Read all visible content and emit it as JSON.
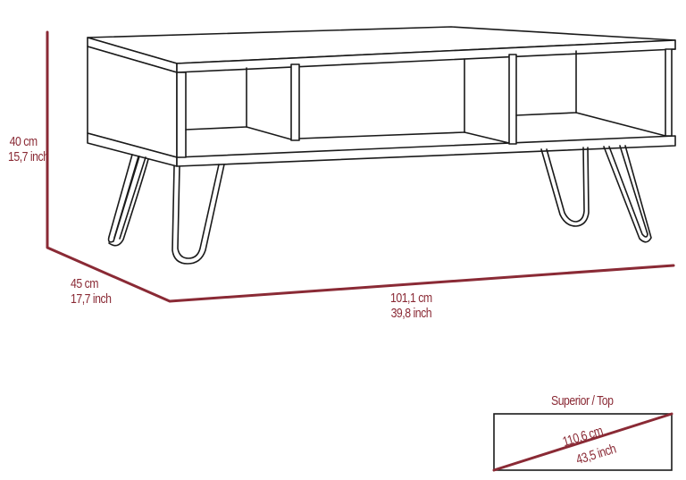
{
  "diagram": {
    "subject": "Coffee table with open shelves and hairpin legs",
    "colors": {
      "dimension_line": "#8a2a35",
      "dimension_text": "#8a2a35",
      "outline": "#1a1a1a",
      "background": "#ffffff"
    },
    "dimensions": {
      "height": {
        "cm": "40 cm",
        "inch": "15,7 inch"
      },
      "depth": {
        "cm": "45 cm",
        "inch": "17,7 inch"
      },
      "width": {
        "cm": "101,1 cm",
        "inch": "39,8 inch"
      }
    },
    "top_view": {
      "title": "Superior / Top",
      "diagonal": {
        "cm": "110,6 cm",
        "inch": "43,5 inch"
      }
    }
  }
}
